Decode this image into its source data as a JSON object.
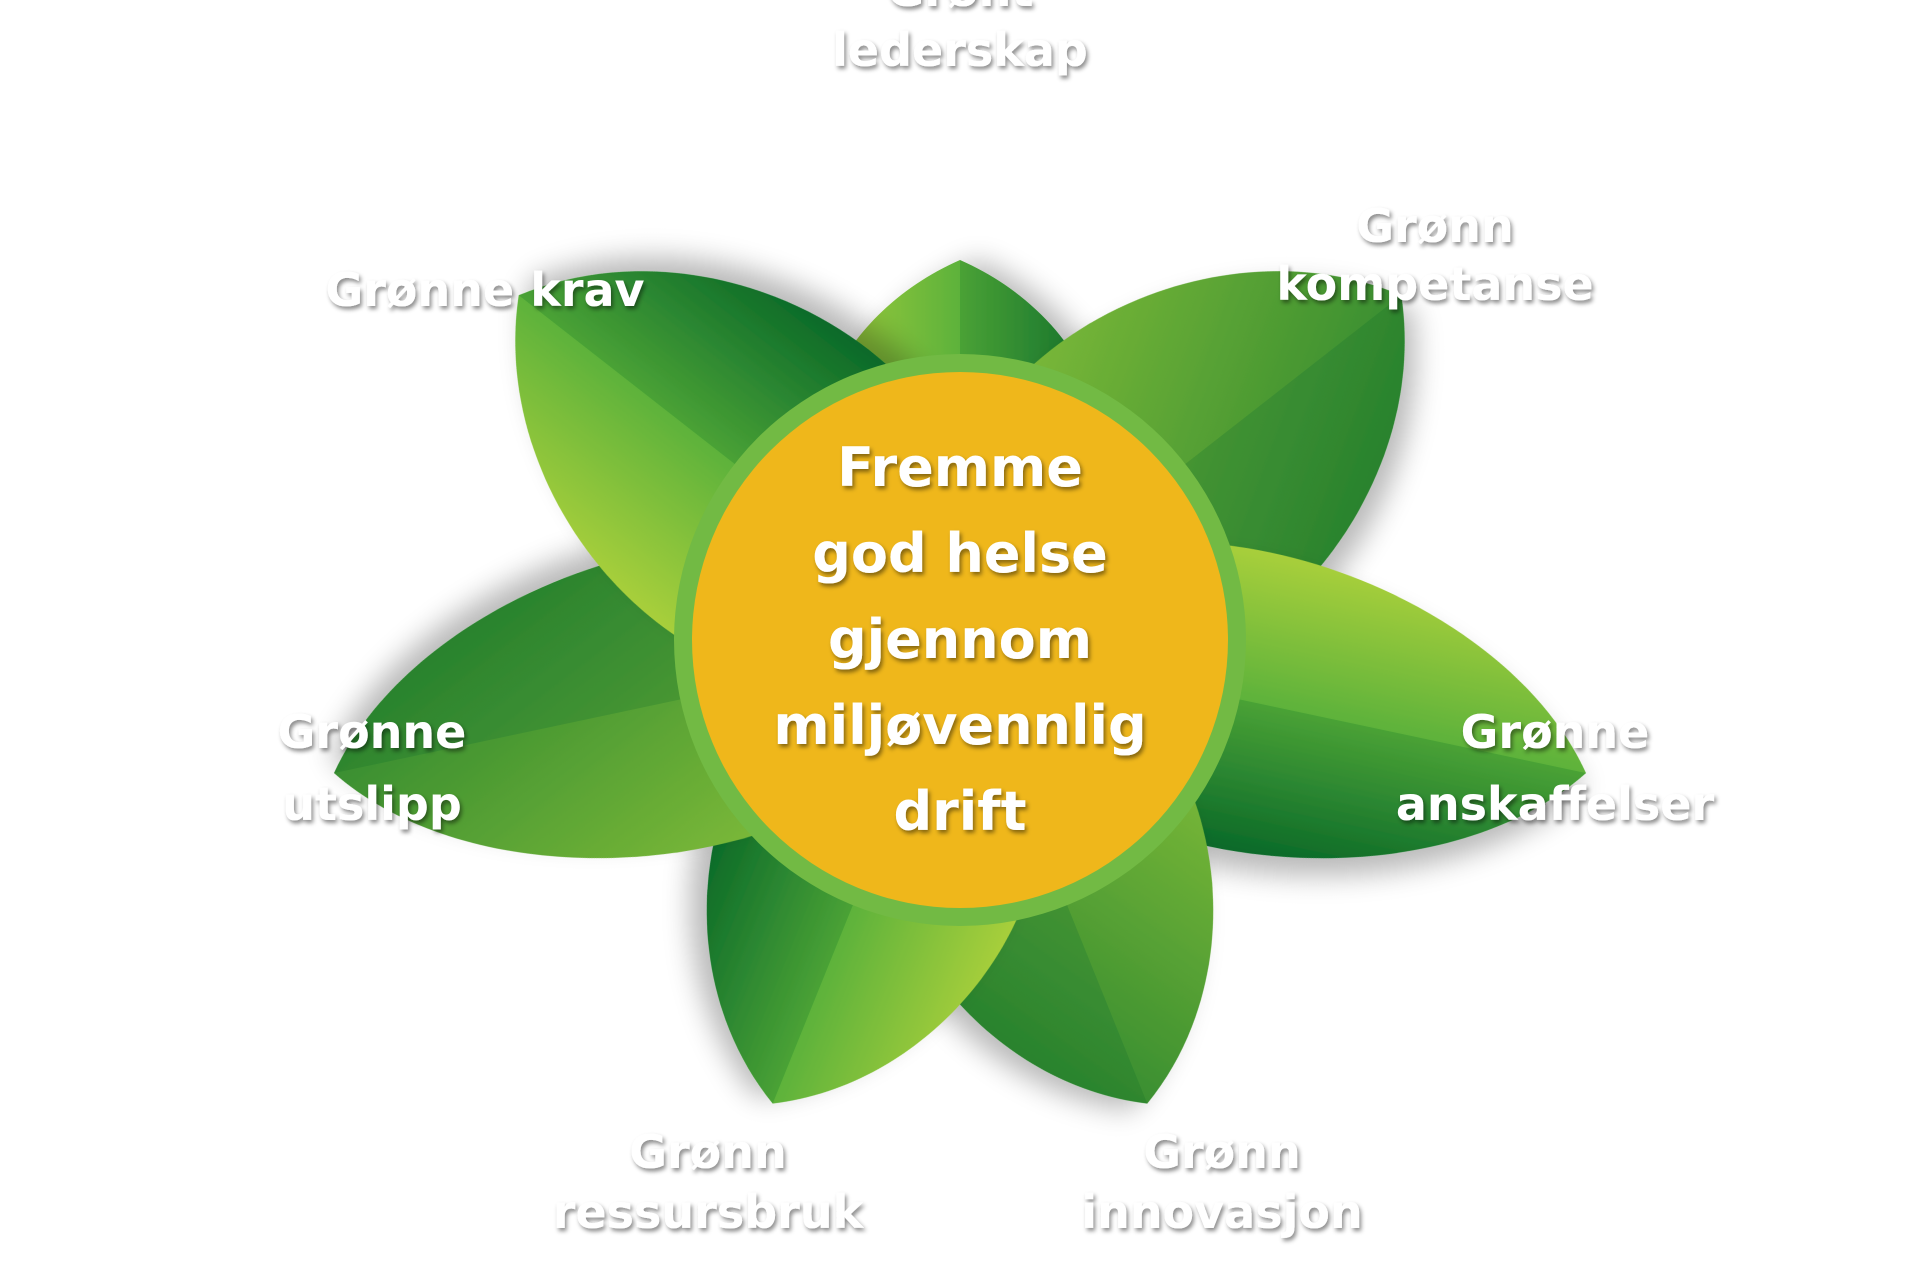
{
  "center": {
    "lines": [
      "Fremme",
      "god helse",
      "gjennom",
      "miljøvennlig",
      "drift"
    ],
    "fill": "#EFB71B",
    "ring": "#72BA44"
  },
  "petals": [
    {
      "key": "top",
      "lines": [
        "Grønt",
        "lederskap"
      ]
    },
    {
      "key": "top-right",
      "lines": [
        "Grønn",
        "kompetanse"
      ]
    },
    {
      "key": "right",
      "lines": [
        "Grønne",
        "anskaffelser"
      ]
    },
    {
      "key": "bottom-right",
      "lines": [
        "Grønn",
        "innovasjon"
      ]
    },
    {
      "key": "bottom-left",
      "lines": [
        "Grønn",
        "ressursbruk"
      ]
    },
    {
      "key": "left",
      "lines": [
        "Grønne",
        "utslipp"
      ]
    },
    {
      "key": "top-left",
      "lines": [
        "Grønne krav"
      ]
    }
  ],
  "colors": {
    "leaf_dark": "#0B6A2A",
    "leaf_mid": "#47A637",
    "leaf_light": "#A8CF3A",
    "text": "#FFFFFF"
  }
}
